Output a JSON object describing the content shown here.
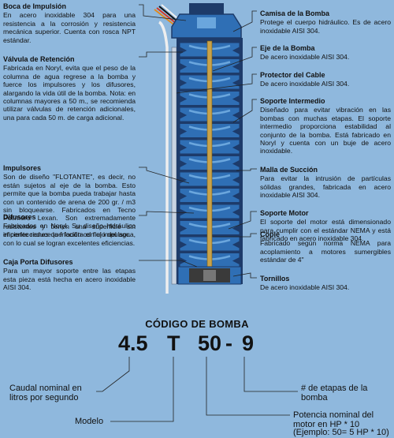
{
  "colors": {
    "background": "#8fb8dd",
    "pump_dark": "#1d3b6a",
    "pump_mid": "#2f6fb5",
    "pump_light": "#6aa6dd",
    "shaft": "#c8a24a"
  },
  "left": [
    {
      "title": "Boca de Impulsión",
      "body": "En acero inoxidable 304 para una resistencia a la corrosión y resistencia mecánica superior. Cuenta con rosca NPT estándar."
    },
    {
      "title": "Válvula de Retención",
      "body": "Fabricada en Noryl, evita que el peso de la columna de agua regrese a la bomba y fuerce los impulsores y los difusores, alargando la vida útil de la bomba. Nota: en columnas mayores a 50 m., se recomienda utilizar válvulas de retención adicionales, una para cada 50 m. de carga adicional."
    },
    {
      "title": "Impulsores",
      "body": "Son de diseño \"FLOTANTE\", es decir, no están sujetos al eje de la bomba. Esto permite que la bomba pueda trabajar hasta con un contenido de arena de 200 gr. / m3 sin bloquearse. Fabricados en Tecno Polímero Lexan. Son extremadamente resistentes y tienen una superficie sin imperfecciones que facilita el flujo del agua, con lo cual se logran excelentes eficiencias."
    },
    {
      "title": "Difusores",
      "body": "Fabricados en Noryl. Su diseño hidráulico eficiente reduce la fricción con el impulsor."
    },
    {
      "title": "Caja Porta Difusores",
      "body": "Para un mayor soporte entre las etapas esta pieza está hecha en acero inoxidable AISI 304."
    }
  ],
  "right": [
    {
      "title": "Camisa de la Bomba",
      "body": "Protege el cuerpo hidráulico. Es de acero inoxidable AISI 304."
    },
    {
      "title": "Eje de la Bomba",
      "body": "De acero inoxidable AISI 304."
    },
    {
      "title": "Protector del Cable",
      "body": "De acero inoxidable AISI 304."
    },
    {
      "title": "Soporte Intermedio",
      "body": "Diseñado para evitar vibración en las bombas con muchas etapas. El soporte intermedio proporciona estabilidad al conjunto de la bomba. Está fabricado en Noryl y cuenta con un buje de acero inoxidable."
    },
    {
      "title": "Malla de Succión",
      "body": "Para evitar la intrusión de partículas sólidas grandes, fabricada en acero inoxidable AISI 304."
    },
    {
      "title": "Soporte Motor",
      "body": "El soporte del motor está dimensionado para cumplir con el estándar NEMA y está fabricado en acero inoxidable 304."
    },
    {
      "title": "Cople",
      "body": "Fabricado según norma NEMA para acoplamiento a motores sumergibles estándar de 4\""
    },
    {
      "title": "Tornillos",
      "body": "De acero inoxidable AISI 304."
    }
  ],
  "code": {
    "title": "CÓDIGO DE BOMBA",
    "parts": [
      "4.5",
      "T",
      "50",
      "-",
      "9"
    ],
    "labels": {
      "caudal": "Caudal nominal en litros por segundo",
      "modelo": "Modelo",
      "potencia": "Potencia nominal del motor en HP * 10",
      "potencia_ejemplo": "(Ejemplo: 50= 5 HP * 10)",
      "etapas": "# de etapas de la bomba"
    }
  }
}
